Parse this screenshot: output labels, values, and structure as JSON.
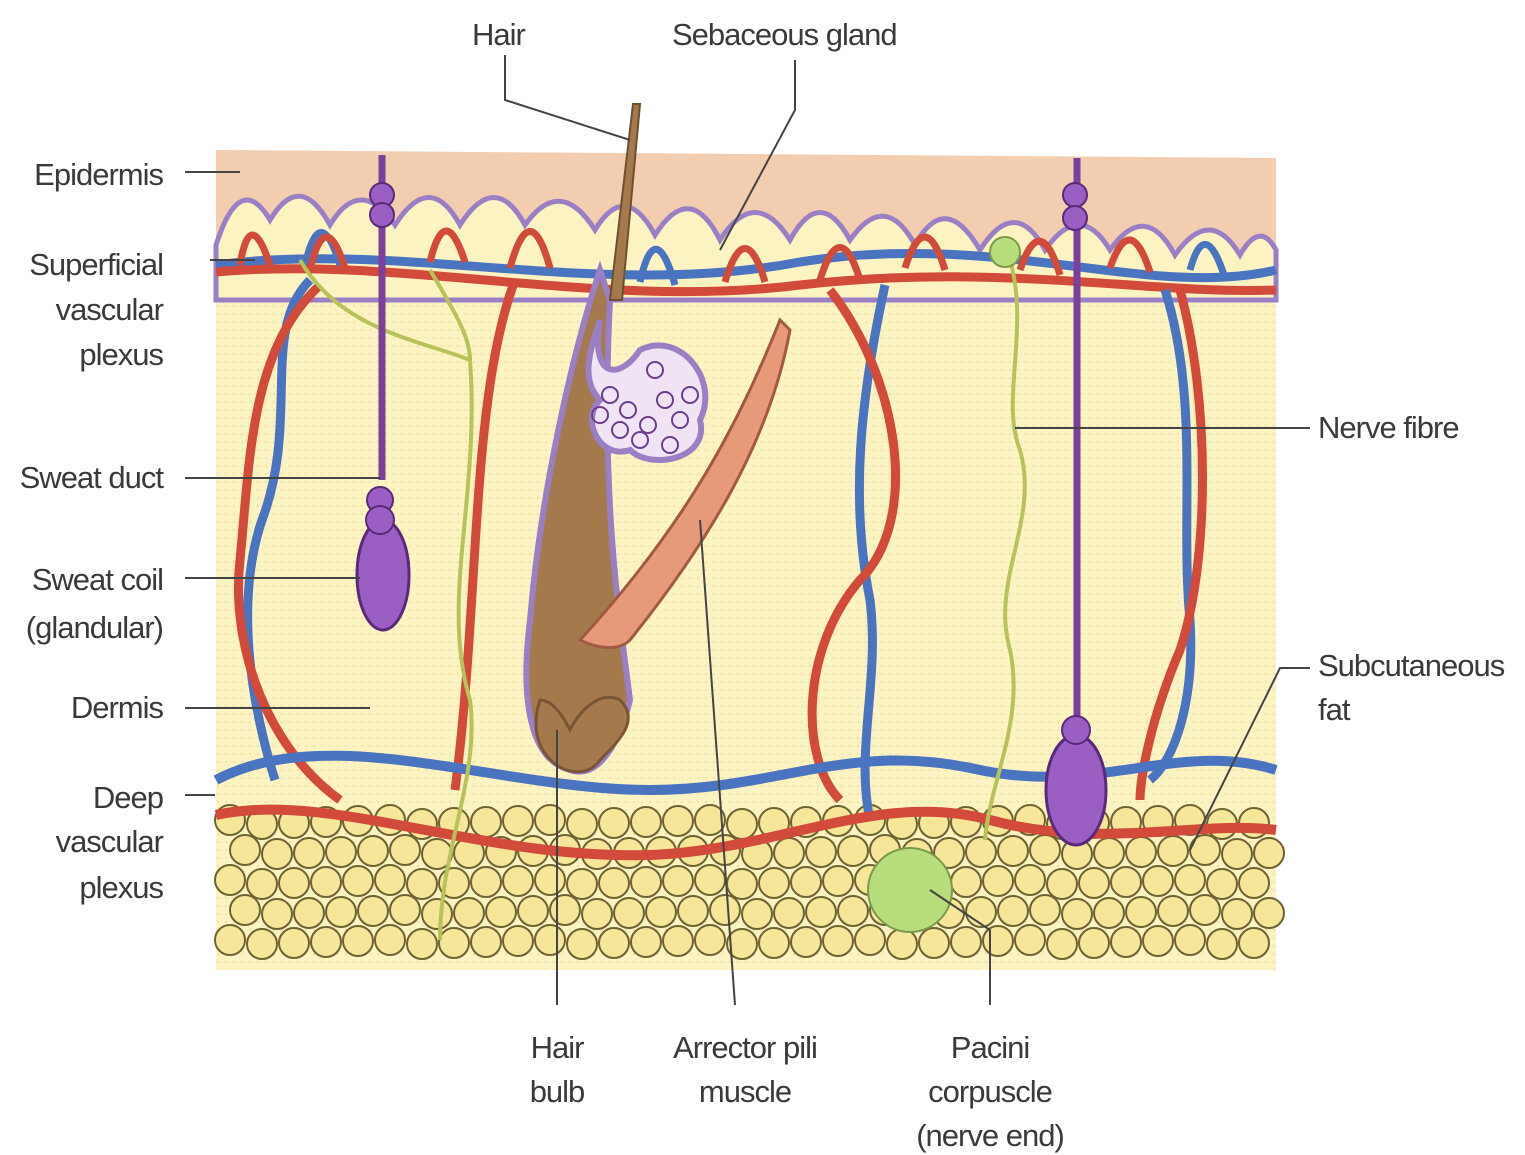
{
  "labels": {
    "hair": "Hair",
    "sebaceous_gland": "Sebaceous gland",
    "epidermis": "Epidermis",
    "superficial_plexus": [
      "Superficial",
      "vascular",
      "plexus"
    ],
    "sweat_duct": "Sweat duct",
    "sweat_coil": [
      "Sweat coil",
      "(glandular)"
    ],
    "dermis": "Dermis",
    "deep_plexus": [
      "Deep",
      "vascular",
      "plexus"
    ],
    "nerve_fibre": "Nerve fibre",
    "subcutaneous_fat": [
      "Subcutaneous",
      "fat"
    ],
    "hair_bulb": [
      "Hair",
      "bulb"
    ],
    "arrector_pili": [
      "Arrector pili",
      "muscle"
    ],
    "pacini": [
      "Pacini",
      "corpuscle",
      "(nerve end)"
    ]
  },
  "colors": {
    "epidermis": "#f2cdb0",
    "dermis": "#fbf3c2",
    "fat_cell": "#f6e69a",
    "artery": "#d24a3a",
    "vein": "#4a74c0",
    "hair": "#a47a4c",
    "gland": "#7b3f9c",
    "nerve": "#b7c25a",
    "pacini": "#b8dd7c",
    "muscle": "#e79a7a"
  }
}
